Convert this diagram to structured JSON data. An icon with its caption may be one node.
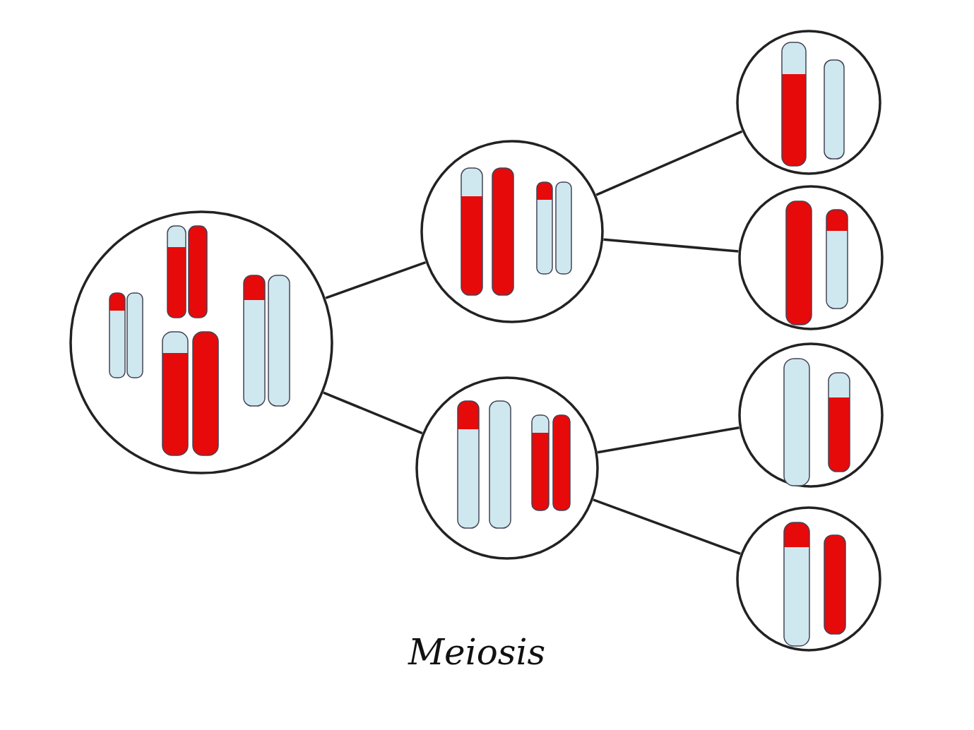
{
  "diagram": {
    "caption": "Meiosis",
    "nodes": [
      {
        "text": [],
        "shape": "circle"
      },
      {
        "text": [],
        "shape": "circle"
      },
      {
        "text": [],
        "shape": "circle"
      },
      {
        "text": [],
        "shape": "circle"
      },
      {
        "text": [],
        "shape": "circle"
      },
      {
        "text": [],
        "shape": "circle"
      },
      {
        "text": [],
        "shape": "circle"
      }
    ],
    "edges": [
      {
        "from": 0,
        "to": 1,
        "arrow": "none"
      },
      {
        "from": 0,
        "to": 2,
        "arrow": "none"
      },
      {
        "from": 1,
        "to": 3,
        "arrow": "none"
      },
      {
        "from": 1,
        "to": 4,
        "arrow": "none"
      },
      {
        "from": 2,
        "to": 5,
        "arrow": "none"
      },
      {
        "from": 2,
        "to": 6,
        "arrow": "none"
      }
    ]
  }
}
